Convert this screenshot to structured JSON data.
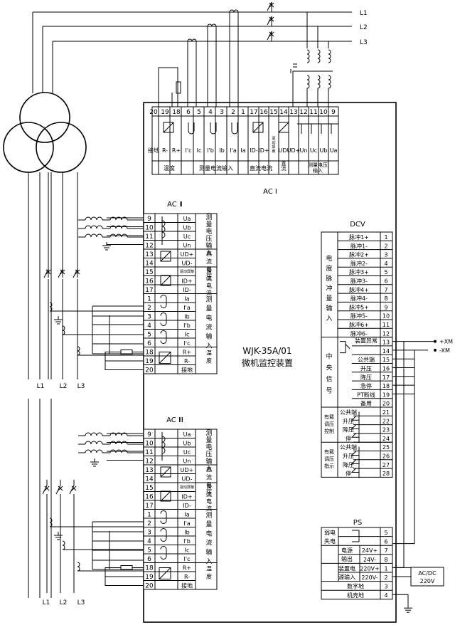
{
  "device": {
    "model": "WJK-35A/01",
    "name": "微机监控装置"
  },
  "lines": [
    "L1",
    "L2",
    "L3"
  ],
  "aci": {
    "title": "AC Ⅰ",
    "terminals": [
      "20",
      "19",
      "18",
      "6",
      "5",
      "4",
      "3",
      "2",
      "1",
      "17",
      "16",
      "15",
      "14",
      "13",
      "12",
      "11",
      "10",
      "9"
    ],
    "labels": [
      "接地",
      "R-",
      "R+",
      "I'c",
      "Ic",
      "I'b",
      "Ib",
      "I'a",
      "Ia",
      "ID-",
      "ID+",
      "驱动屏蔽",
      "UD-",
      "UD+",
      "Un",
      "Uc",
      "Ub",
      "Ua"
    ],
    "groups": [
      "温度",
      "测量电流输入",
      "直流电流",
      "直流电压",
      "测量电压输入"
    ]
  },
  "acii": {
    "title": "AC Ⅱ",
    "rows": [
      {
        "num": "9",
        "label": "Ua"
      },
      {
        "num": "10",
        "label": "Ub"
      },
      {
        "num": "11",
        "label": "Uc"
      },
      {
        "num": "12",
        "label": "Un"
      },
      {
        "num": "13",
        "label": "UD+"
      },
      {
        "num": "14",
        "label": "UD-"
      },
      {
        "num": "15",
        "label": "驱动屏蔽"
      },
      {
        "num": "16",
        "label": "ID+"
      },
      {
        "num": "17",
        "label": "ID-"
      },
      {
        "num": "1",
        "label": "Ia"
      },
      {
        "num": "2",
        "label": "I'a"
      },
      {
        "num": "3",
        "label": "Ib"
      },
      {
        "num": "4",
        "label": "I'b"
      },
      {
        "num": "5",
        "label": "Ic"
      },
      {
        "num": "6",
        "label": "I'c"
      },
      {
        "num": "18",
        "label": "R+"
      },
      {
        "num": "19",
        "label": "R-"
      },
      {
        "num": "20",
        "label": "接地"
      }
    ],
    "groups": [
      "测量电压输入",
      "直流电压",
      "直流电流",
      "测量电流输入",
      "温度"
    ]
  },
  "aciii": {
    "title": "AC Ⅲ",
    "rows": [
      {
        "num": "9",
        "label": "Ua"
      },
      {
        "num": "10",
        "label": "Ub"
      },
      {
        "num": "11",
        "label": "Uc"
      },
      {
        "num": "12",
        "label": "Un"
      },
      {
        "num": "13",
        "label": "UD+"
      },
      {
        "num": "14",
        "label": "UD-"
      },
      {
        "num": "15",
        "label": "驱动屏蔽"
      },
      {
        "num": "16",
        "label": "ID+"
      },
      {
        "num": "17",
        "label": "ID-"
      },
      {
        "num": "1",
        "label": "Ia"
      },
      {
        "num": "2",
        "label": "I'a"
      },
      {
        "num": "3",
        "label": "Ib"
      },
      {
        "num": "4",
        "label": "I'b"
      },
      {
        "num": "5",
        "label": "Ic"
      },
      {
        "num": "6",
        "label": "I'c"
      },
      {
        "num": "18",
        "label": "R+"
      },
      {
        "num": "19",
        "label": "R-"
      },
      {
        "num": "20",
        "label": "接地"
      }
    ],
    "groups": [
      "测量电压输入",
      "直流电压",
      "直流电流",
      "测量电流输入",
      "温度"
    ]
  },
  "dcv": {
    "title": "DCV",
    "pulse_group": "电度脉冲量输入",
    "pulse_rows": [
      {
        "label": "脉冲1+",
        "num": "1"
      },
      {
        "label": "脉冲1-",
        "num": "2"
      },
      {
        "label": "脉冲2+",
        "num": "3"
      },
      {
        "label": "脉冲2-",
        "num": "4"
      },
      {
        "label": "脉冲3+",
        "num": "5"
      },
      {
        "label": "脉冲3-",
        "num": "6"
      },
      {
        "label": "脉冲4+",
        "num": "7"
      },
      {
        "label": "脉冲4-",
        "num": "8"
      },
      {
        "label": "脉冲5+",
        "num": "9"
      },
      {
        "label": "脉冲5-",
        "num": "10"
      },
      {
        "label": "脉冲6+",
        "num": "11"
      },
      {
        "label": "脉冲6-",
        "num": "12"
      }
    ],
    "central_group": "中央信号",
    "central_rows": [
      {
        "label": "装置异常",
        "num": "13"
      },
      {
        "label": "",
        "num": "14"
      },
      {
        "label": "公共端",
        "num": "15"
      },
      {
        "label": "升压",
        "num": "16"
      },
      {
        "label": "降压",
        "num": "17"
      },
      {
        "label": "急停",
        "num": "18"
      },
      {
        "label": "PT断线",
        "num": "19"
      },
      {
        "label": "备用",
        "num": "20"
      }
    ],
    "tap_ctrl_group": "有载调压控制",
    "tap_ctrl_rows": [
      {
        "label": "公共端",
        "num": "21"
      },
      {
        "label": "升压",
        "num": "22"
      },
      {
        "label": "降压",
        "num": "23"
      },
      {
        "label": "停",
        "num": "24"
      }
    ],
    "tap_ind_group": "有载调压指示",
    "tap_ind_rows": [
      {
        "label": "公共端",
        "num": "25"
      },
      {
        "label": "升压",
        "num": "26"
      },
      {
        "label": "降压",
        "num": "27"
      },
      {
        "label": "停",
        "num": "28"
      }
    ]
  },
  "ps": {
    "title": "PS",
    "rows": [
      {
        "label": "弱电失电",
        "sub": "",
        "num": "5"
      },
      {
        "label": "",
        "sub": "",
        "num": "6"
      },
      {
        "label": "电源输出",
        "sub": "24V+",
        "num": "7"
      },
      {
        "label": "",
        "sub": "24V-",
        "num": "8"
      },
      {
        "label": "装置电源输入",
        "sub": "220V+",
        "num": "1"
      },
      {
        "label": "",
        "sub": "220V-",
        "num": "2"
      },
      {
        "label": "数字地",
        "sub": "",
        "num": "3"
      },
      {
        "label": "机壳地",
        "sub": "",
        "num": "4"
      }
    ]
  },
  "xm_plus": "+XM",
  "xm_minus": "-XM",
  "supply": "AC/DC 220V"
}
